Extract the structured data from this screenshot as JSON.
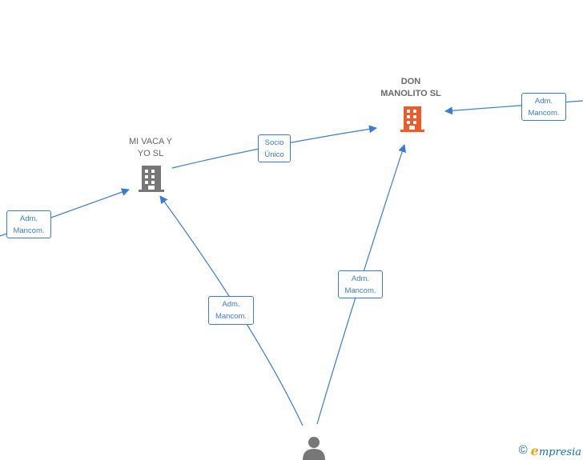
{
  "nodes": {
    "mivaca": {
      "label": "MI VACA Y\nYO SL",
      "type": "company"
    },
    "donmanolito": {
      "label": "DON\nMANOLITO  SL",
      "type": "company",
      "highlighted": true
    },
    "person": {
      "label": "",
      "type": "person"
    }
  },
  "edges": {
    "socio_unico": "Socio\nÚnico",
    "adm_left": "Adm.\nMancom.",
    "adm_person_mivaca": "Adm.\nMancom.",
    "adm_person_donmanolito": "Adm.\nMancom.",
    "adm_right": "Adm.\nMancom."
  },
  "colors": {
    "edge": "#3a7bd5",
    "company_gray": "#777777",
    "company_highlight": "#f05a28",
    "person": "#777777"
  },
  "footer": {
    "copyright": "©",
    "brand_initial": "e",
    "brand_rest": "mpresia"
  }
}
